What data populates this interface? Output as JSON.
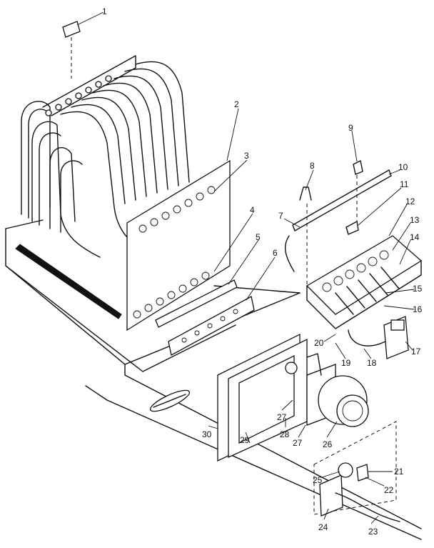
{
  "diagram": {
    "callouts": [
      "1",
      "2",
      "3",
      "4",
      "5",
      "6",
      "7",
      "8",
      "9",
      "10",
      "11",
      "12",
      "13",
      "14",
      "15",
      "16",
      "17",
      "18",
      "19",
      "20",
      "21",
      "22",
      "23",
      "24",
      "25",
      "26",
      "27",
      "27",
      "28",
      "29",
      "30"
    ]
  }
}
